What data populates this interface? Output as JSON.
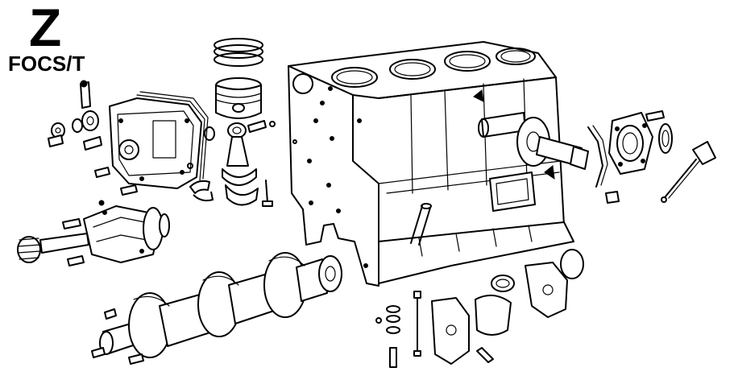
{
  "header": {
    "section_letter": "Z",
    "model_code": "FOCS/T"
  },
  "colors": {
    "ink": "#000000",
    "paper": "#ffffff"
  },
  "parts": [
    "cylinder-block",
    "crankshaft",
    "piston",
    "piston-rings",
    "connecting-rod",
    "connecting-rod-bearing-shells",
    "timing-case-cover",
    "oil-pump",
    "oil-pump-drive-gear",
    "rear-crankshaft-seal-housing",
    "main-bearing-caps",
    "main-bearing-shells",
    "dipstick",
    "bolts-and-studs",
    "snap-ring"
  ]
}
